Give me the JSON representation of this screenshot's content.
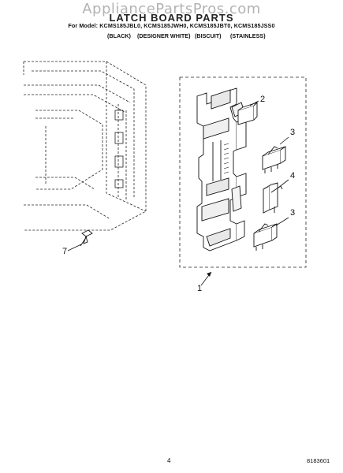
{
  "watermark": "AppliancePartsPros.com",
  "title": "LATCH BOARD PARTS",
  "models_line": "For Model: KCMS185JBL0, KCMS185JWH0, KCMS185JBT0, KCMS185JSS0",
  "colors": [
    "(BLACK)",
    "(DESIGNER WHITE)",
    "(BISCUIT)",
    "(STAINLESS)"
  ],
  "callouts": {
    "c1": "1",
    "c2": "2",
    "c3a": "3",
    "c4": "4",
    "c3b": "3",
    "c7": "7"
  },
  "footer": {
    "page": "4",
    "doc": "8183601"
  }
}
